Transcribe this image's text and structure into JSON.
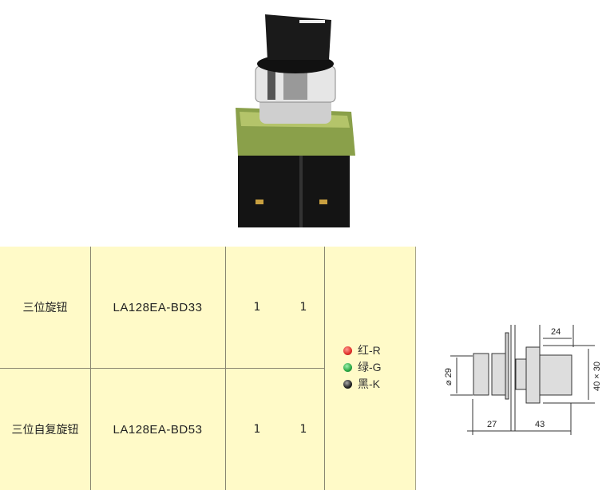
{
  "rows": [
    {
      "name": "三位旋钮",
      "model": "LA128EA-BD33",
      "no": "1",
      "nc": "1"
    },
    {
      "name": "三位自复旋钮",
      "model": "LA128EA-BD53",
      "no": "1",
      "nc": "1"
    }
  ],
  "colors": [
    {
      "label": "红-R",
      "hex": "#e0302a"
    },
    {
      "label": "绿-G",
      "hex": "#2aa844"
    },
    {
      "label": "黑-K",
      "hex": "#222222"
    }
  ],
  "dimensions": {
    "width_top": "24",
    "diameter": "⌀ 29",
    "size": "40 × 30",
    "front": "27",
    "back": "43"
  },
  "table_bg": "#fffac8"
}
